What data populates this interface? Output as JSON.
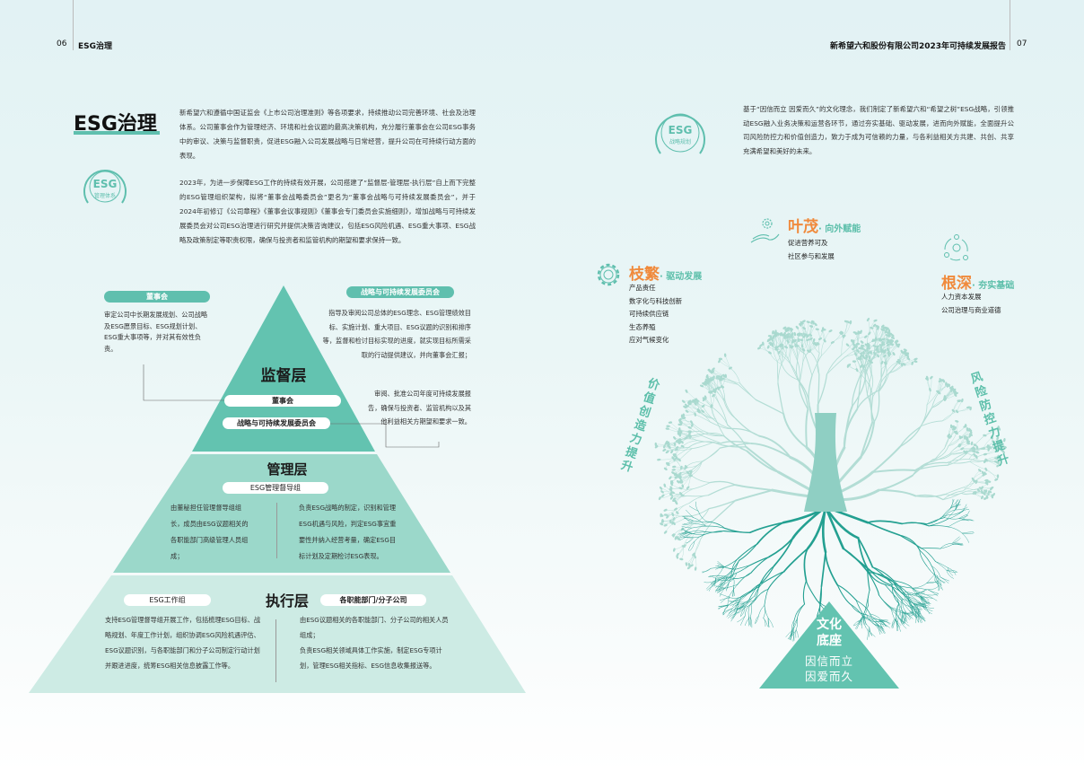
{
  "header": {
    "left_page_num": "06",
    "left_section": "ESG治理",
    "right_title": "新希望六和股份有限公司2023年可持续发展报告",
    "right_page_num": "07"
  },
  "left": {
    "title": "ESG治理",
    "badge": {
      "top": "ESG",
      "bottom": "管理体系"
    },
    "para1": "新希望六和遵循中国证监会《上市公司治理准则》等各项要求，持续推动公司完善环境、社会及治理体系。公司董事会作为管理经济、环境和社会议题的最高决策机构，充分履行董事会在公司ESG事务中的审议、决策与监督职责，促进ESG融入公司发展战略与日常经营，提升公司在可持续行动方面的表现。",
    "para2": "2023年，为进一步保障ESG工作的持续有效开展，公司搭建了“监督层-管理层-执行层”自上而下完整的ESG管理组织架构，拟将“董事会战略委员会”更名为“董事会战略与可持续发展委员会”，并于2024年初修订《公司章程》《董事会议事规则》《董事会专门委员会实施细则》，增加战略与可持续发展委员会对公司ESG治理进行研究并提供决策咨询建议，包括ESG风险机遇、ESG重大事项、ESG战略及政策制定等职责权限，确保与投资者和监管机构的期望和要求保持一致。"
  },
  "pyramid": {
    "supervision": {
      "title": "监督层",
      "board_label": "董事会",
      "committee_label": "战略与可持续发展委员会",
      "board_desc": "审定公司中长期发展规划、公司战略及ESG愿景目标、ESG规划计划、ESG重大事项等，并对其有效性负责。",
      "committee_desc1": "指导及审阅公司总体的ESG理念、ESG管理绩效目标、实施计划、重大项目、ESG议题的识别和排序等，监督和检讨目标实现的进度，就实现目标所需采取的行动提供建议，并向董事会汇报；",
      "committee_desc2": "审阅、批准公司年度可持续发展报告，确保与投资者、监管机构以及其他利益相关方期望和要求一致。"
    },
    "management": {
      "title": "管理层",
      "group_label": "ESG管理督导组",
      "left_desc": "由董秘担任管理督导组组长，成员由ESG议题相关的各职能部门高级管理人员组成；",
      "right_desc": "负责ESG战略的制定，识别和管理ESG机遇与风险，判定ESG事宜重要性并纳入经营考量，确定ESG目标计划及定期检讨ESG表现。"
    },
    "execution": {
      "title": "执行层",
      "left_label": "ESG工作组",
      "right_label": "各职能部门/分子公司",
      "left_desc": "支持ESG管理督导组开展工作，包括梳理ESG目标、战略规划、年度工作计划，组织协调ESG风险机遇评估、ESG议题识别，与各职能部门和分子公司制定行动计划并跟进进度，统筹ESG相关信息披露工作等。",
      "right_desc1": "由ESG议题相关的各职能部门、分子公司的相关人员组成；",
      "right_desc2": "负责ESG相关领域具体工作实施，制定ESG专项计划，管理ESG相关指标、ESG信息收集报送等。"
    }
  },
  "right": {
    "badge": {
      "top": "ESG",
      "bottom": "战略规划"
    },
    "para": "基于“因信而立 因爱而久”的文化理念，我们制定了新希望六和“希望之树”ESG战略，引领推动ESG融入业务决策和运营各环节，通过夯实基础、驱动发展，进而向外赋能，全面提升公司风险防控力和价值创造力，致力于成为可信赖的力量，与各利益相关方共建、共创、共享充满希望和美好的未来。",
    "leaves": {
      "title": "叶茂",
      "subtitle": "· 向外赋能",
      "items": [
        "促进营养可及",
        "社区参与和发展"
      ]
    },
    "branches": {
      "title": "枝繁",
      "subtitle": "· 驱动发展",
      "items": [
        "产品责任",
        "数字化与科技创新",
        "可持续供应链",
        "生态养殖",
        "应对气候变化"
      ]
    },
    "roots": {
      "title": "根深",
      "subtitle": "· 夯实基础",
      "items": [
        "人力资本发展",
        "公司治理与商业道德"
      ]
    },
    "left_arc": "价值创造力提升",
    "right_arc": "风险防控力提升",
    "base": {
      "line1": "文化",
      "line2": "底座",
      "motto1": "因信而立",
      "motto2": "因爱而久"
    }
  },
  "colors": {
    "teal": "#5fbfae",
    "orange": "#f08a3c",
    "pyr_top": "#63c3b0",
    "pyr_mid": "#9bd8ca",
    "pyr_bot": "#cdebe4"
  }
}
